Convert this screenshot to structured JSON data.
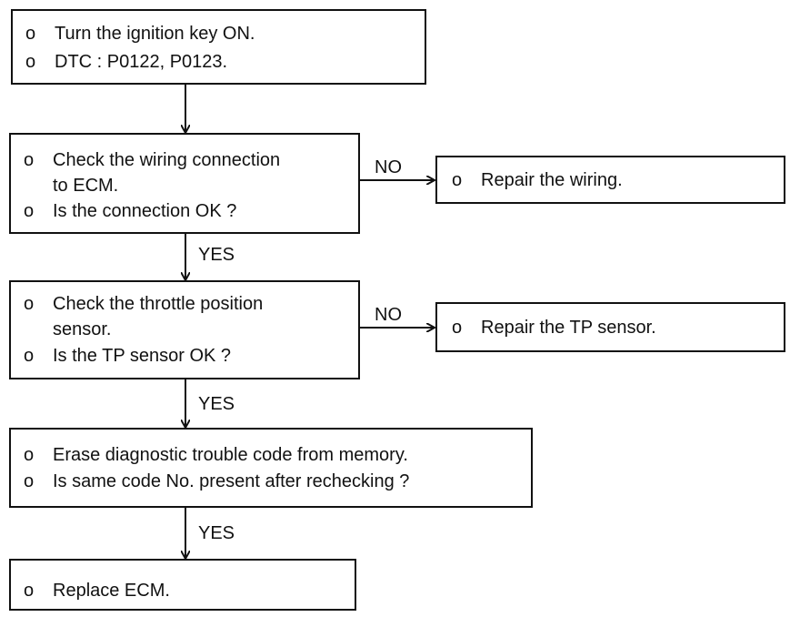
{
  "bullet_char": "o",
  "steps": {
    "start": {
      "lines": [
        "Turn the ignition key ON.",
        "DTC : P0122, P0123."
      ]
    },
    "check_wiring": {
      "lines": [
        "Check the wiring connection",
        "to ECM.",
        "Is the connection OK ?"
      ]
    },
    "repair_wiring": {
      "lines": [
        "Repair the wiring."
      ]
    },
    "check_tp": {
      "lines": [
        "Check the throttle position",
        "sensor.",
        "Is the TP sensor OK ?"
      ]
    },
    "repair_tp": {
      "lines": [
        "Repair the TP sensor."
      ]
    },
    "erase_dtc": {
      "lines": [
        "Erase diagnostic trouble code from memory.",
        "Is same code No. present after rechecking ?"
      ]
    },
    "replace_ecm": {
      "lines": [
        "Replace ECM."
      ]
    }
  },
  "labels": {
    "no_1": "NO",
    "no_2": "NO",
    "yes_1": "YES",
    "yes_2": "YES",
    "yes_3": "YES"
  }
}
